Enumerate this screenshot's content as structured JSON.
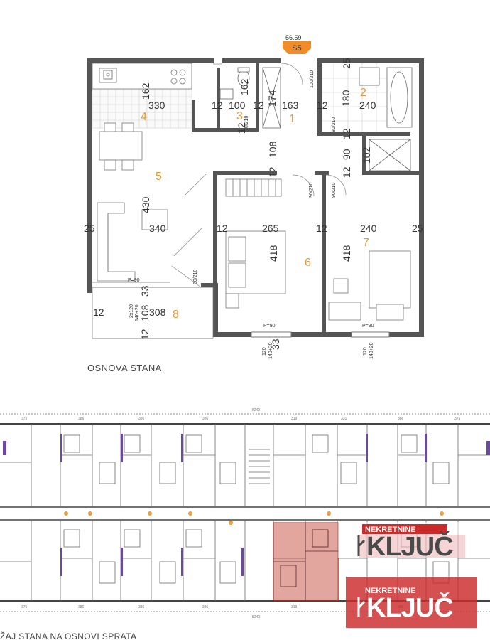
{
  "apartment": {
    "area": "56.59",
    "code": "S5"
  },
  "rooms": {
    "r1": "1",
    "r2": "2",
    "r3": "3",
    "r4": "4",
    "r5": "5",
    "r6": "6",
    "r7": "7",
    "r8": "8"
  },
  "dimensions": {
    "d162a": "162",
    "d330": "330",
    "d12a": "12",
    "d100": "100",
    "d162b": "162",
    "d12b": "12",
    "d174": "174",
    "d163": "163",
    "d12c": "12",
    "d180": "180",
    "d240a": "240",
    "d25a": "25",
    "d12d": "12",
    "d12e": "12",
    "d108a": "108",
    "d12f": "12",
    "d12g": "12",
    "d90": "90",
    "d102": "102",
    "d430": "430",
    "d340": "340",
    "d25b": "25",
    "d12h": "12",
    "d265": "265",
    "d12i": "12",
    "d240b": "240",
    "d25c": "25",
    "d418a": "418",
    "d418b": "418",
    "d33a": "33",
    "d12j": "12",
    "d108b": "108",
    "d308": "308",
    "d12k": "12",
    "d33b": "33"
  },
  "doors": {
    "d1": "100/210",
    "d2": "70/210",
    "d3": "80/210",
    "d4": "90/210",
    "d5": "90/210",
    "d6": "80/210"
  },
  "windows": {
    "w1": "P=90",
    "w2": "P=90",
    "w3": "P=90",
    "w4a": "120",
    "w4b": "140+20",
    "w5a": "120",
    "w5b": "140+20",
    "w6a": "2x120",
    "w6b": "140+20"
  },
  "captions": {
    "plan_title": "OSNOVA STANA",
    "floor_title": "ŽAJ STANA NA OSNOVI SPRATA"
  },
  "watermark": {
    "line1": "NEKRETNINE",
    "line2": "KLJUČ"
  }
}
